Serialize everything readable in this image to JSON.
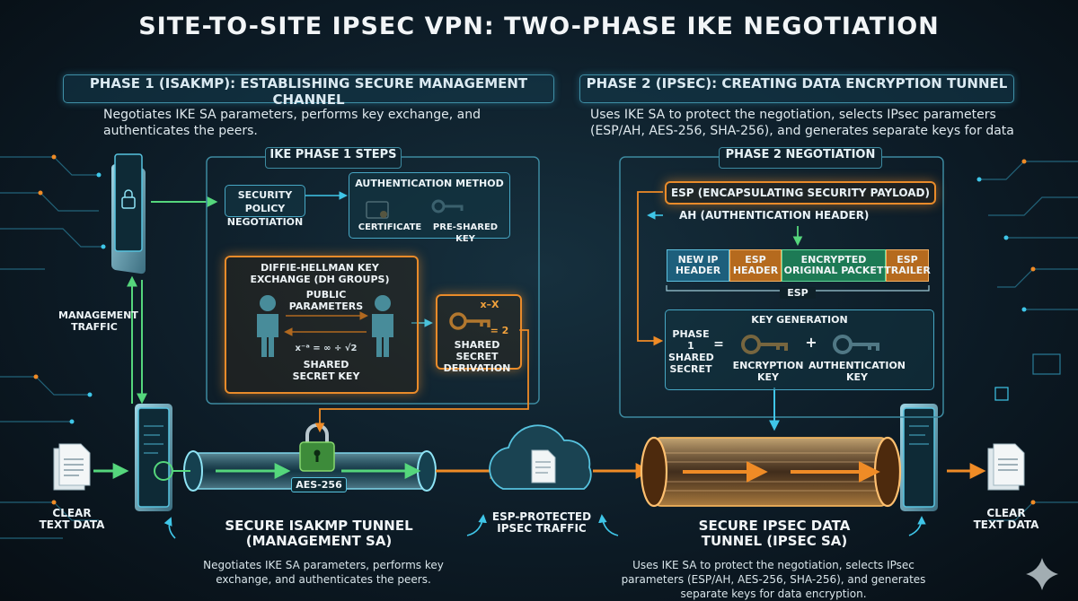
{
  "title": "SITE-TO-SITE IPSEC VPN: TWO-PHASE IKE NEGOTIATION",
  "phase1": {
    "header": "PHASE 1 (ISAKMP): ESTABLISHING SECURE MANAGEMENT CHANNEL",
    "description": "Negotiates IKE SA parameters, performs key exchange, and authenticates the peers.",
    "steps_label": "IKE PHASE 1 STEPS",
    "security_policy": "SECURITY POLICY NEGOTIATION",
    "auth_method": {
      "title": "AUTHENTICATION METHOD",
      "options": [
        "CERTIFICATE",
        "PRE-SHARED KEY"
      ]
    },
    "dh": {
      "title": "DIFFIE-HELLMAN KEY EXCHANGE (DH GROUPS)",
      "public_params": "PUBLIC PARAMETERS",
      "math": "x⁻ᵃ = ∞ ÷ √2",
      "shared_key": "SHARED SECRET KEY"
    },
    "derivation": {
      "formula": "x–X",
      "formula2": "= 2",
      "label": "SHARED SECRET DERIVATION"
    },
    "management_traffic": "MANAGEMENT TRAFFIC",
    "tunnel_lock": "AES-256",
    "tunnel_title": "SECURE ISAKMP TUNNEL (MANAGEMENT SA)",
    "tunnel_caption": "Negotiates IKE SA parameters, performs key exchange, and authenticates the peers."
  },
  "phase2": {
    "header": "PHASE 2 (IPSEC): CREATING DATA ENCRYPTION TUNNEL",
    "description": "Uses IKE SA to protect the negotiation, selects IPsec parameters (ESP/AH, AES-256, SHA-256), and generates separate keys for data",
    "negotiation_label": "PHASE 2 NEGOTIATION",
    "esp": "ESP (ENCAPSULATING SECURITY PAYLOAD)",
    "ah": "AH (AUTHENTICATION HEADER)",
    "packet": [
      {
        "label": "NEW IP HEADER",
        "color": "#1d5f7c"
      },
      {
        "label": "ESP HEADER",
        "color": "#b56a1e"
      },
      {
        "label": "ENCRYPTED ORIGINAL PACKET",
        "color": "#1d7a55"
      },
      {
        "label": "ESP TRAILER",
        "color": "#b56a1e"
      }
    ],
    "packet_bracket": "ESP",
    "key_gen": {
      "title": "KEY GENERATION",
      "source": "PHASE 1 SHARED SECRET",
      "equals": "=",
      "plus": "+",
      "enc_key": "ENCRYPTION KEY",
      "auth_key": "AUTHENTICATION KEY"
    },
    "tunnel_title": "SECURE IPSEC DATA TUNNEL (IPSEC SA)",
    "tunnel_caption": "Uses IKE SA to protect the negotiation, selects IPsec parameters (ESP/AH, AES-256, SHA-256), and generates separate keys for data encryption."
  },
  "cloud_label": "ESP-PROTECTED IPSEC TRAFFIC",
  "left_data": "CLEAR TEXT DATA",
  "right_data": "CLEAR TEXT DATA",
  "colors": {
    "accent_cyan": "#3fc6e8",
    "accent_orange": "#ef8b26",
    "accent_green": "#3ecf7a"
  }
}
